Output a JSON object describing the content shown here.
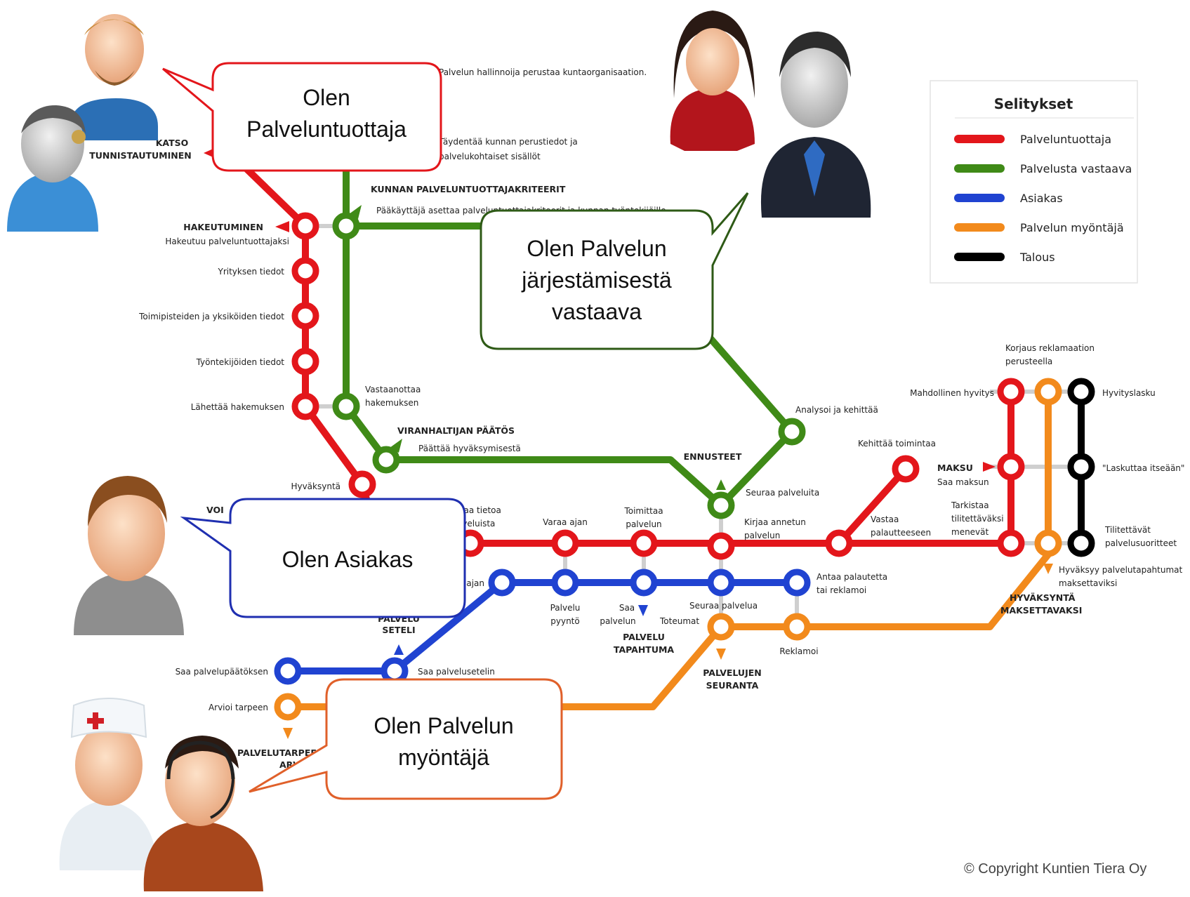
{
  "legend": {
    "title": "Selitykset",
    "items": [
      {
        "label": "Palveluntuottaja",
        "color": "#e3161b"
      },
      {
        "label": "Palvelusta vastaava",
        "color": "#3f8a17"
      },
      {
        "label": "Asiakas",
        "color": "#2043d1"
      },
      {
        "label": "Palvelun myöntäjä",
        "color": "#f28a1c"
      },
      {
        "label": "Talous",
        "color": "#000000"
      }
    ]
  },
  "colors": {
    "red": "#e3161b",
    "green": "#3f8a17",
    "blue": "#2043d1",
    "orange": "#f28a1c",
    "black": "#000000",
    "connector": "#cfcfcf"
  },
  "bubbles": {
    "provider": {
      "line1": "Olen",
      "line2": "Palveluntuottaja",
      "border": "#e3161b"
    },
    "responsible": {
      "line1": "Olen Palvelun",
      "line2": "järjestämisestä",
      "line3": "vastaava",
      "border": "#2e5a16"
    },
    "customer": {
      "line1": "Olen Asiakas",
      "border": "#1f2fb0"
    },
    "granter": {
      "line1": "Olen Palvelun",
      "line2": "myöntäjä",
      "border": "#e0602a"
    }
  },
  "labels": {
    "top1": "Palvelun hallinnoija perustaa kuntaorganisaation.",
    "top2a": "Täydentää kunnan perustiedot ja",
    "top2b": "palvelukohtaiset sisällöt",
    "katso": "KATSO",
    "tunnistautuminen": "TUNNISTAUTUMINEN",
    "kunnan_kriteerit": "KUNNAN PALVELUNTUOTTAJAKRITEERIT",
    "paakayttaja": "Pääkäyttäjä asettaa palveluntuottajakriteerit ja kunnan työntekijöille",
    "hakeutuminen": "HAKEUTUMINEN",
    "hakeutuu": "Hakeutuu palveluntuottajaksi",
    "yrityksen": "Yrityksen tiedot",
    "toimipisteiden": "Toimipisteiden ja yksiköiden tiedot",
    "tyontekijoiden": "Työntekijöiden tiedot",
    "lahettaa": "Lähettää hakemuksen",
    "vastaanottaa1": "Vastaanottaa",
    "vastaanottaa2": "hakemuksen",
    "viranhaltijan": "VIRANHALTIJAN PÄÄTÖS",
    "paattaa": "Päättää hyväksymisestä",
    "hyvaksynta": "Hyväksyntä",
    "voi": "VOI",
    "tietoa1": "Antaa tietoa",
    "tietoa2": "palveluista",
    "varaa": "Varaa ajan",
    "toimittaa1": "Toimittaa",
    "toimittaa2": "palvelun",
    "kirjaa1": "Kirjaa annetun",
    "kirjaa2": "palvelun",
    "ennusteet": "ENNUSTEET",
    "seuraa_palveluita": "Seuraa palveluita",
    "analysoi": "Analysoi ja kehittää",
    "kehittaa": "Kehittää toimintaa",
    "vastaa1": "Vastaa",
    "vastaa2": "palautteeseen",
    "ajan": "ajan",
    "palvelu1": "Palvelu",
    "palvelu2": "pyyntö",
    "saa1": "Saa",
    "saa2": "palvelun",
    "toteumat": "Toteumat",
    "seuraa_palvelua": "Seuraa palvelua",
    "antaa_palautetta1": "Antaa palautetta",
    "antaa_palautetta2": "tai reklamoi",
    "palvelu_tapahtuma1": "PALVELU",
    "palvelu_tapahtuma2": "TAPAHTUMA",
    "palvelu_seteli1": "PALVELU",
    "palvelu_seteli2": "SETELI",
    "saa_paatoksen": "Saa palvelupäätöksen",
    "saa_setelin": "Saa palvelusetelin",
    "arvioi": "Arvioi tarpeen",
    "palvelutarpeen1": "PALVELUTARPEEN",
    "palvelutarpeen2": "ARVIOINTI",
    "palvelujen_seuranta1": "PALVELUJEN",
    "palvelujen_seuranta2": "SEURANTA",
    "reklamoi": "Reklamoi",
    "korjaus1": "Korjaus reklamaation",
    "korjaus2": "perusteella",
    "mahdollinen": "Mahdollinen hyvitys",
    "hyvityslasku": "Hyvityslasku",
    "maksu": "MAKSU",
    "saa_maksun": "Saa maksun",
    "laskuttaa": "\"Laskuttaa itseään\"",
    "tarkistaa1": "Tarkistaa",
    "tarkistaa2": "tilitettäväksi",
    "tarkistaa3": "menevät",
    "tilitettavat1": "Tilitettävät",
    "tilitettavat2": "palvelusuoritteet",
    "hyvaksyy1": "Hyväksyy palvelutapahtumat",
    "hyvaksyy2": "maksettaviksi",
    "hyvaksynta_maks1": "HYVÄKSYNTÄ",
    "hyvaksynta_maks2": "MAKSETTAVAKSI"
  },
  "copyright": "© Copyright Kuntien Tiera Oy"
}
